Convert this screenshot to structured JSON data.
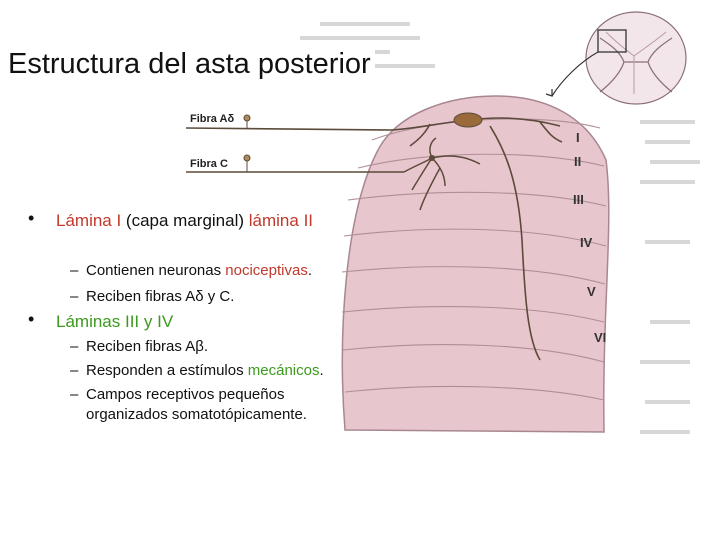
{
  "title": "Estructura del asta posterior",
  "fibers": {
    "a_delta": "Fibra Aδ",
    "c": "Fibra C"
  },
  "laminae": [
    "I",
    "II",
    "III",
    "IV",
    "V",
    "VI"
  ],
  "bullets": [
    {
      "head": "Lámina I",
      "paren": " (capa marginal) ",
      "tail": "lámina II",
      "items": [
        {
          "pre": "Contienen neuronas ",
          "em": "nociceptivas",
          "post": "."
        },
        {
          "pre": "Reciben fibras Aδ y C.",
          "em": "",
          "post": ""
        }
      ]
    },
    {
      "head": "Láminas III y IV",
      "items": [
        {
          "pre": "Reciben fibras Aβ.",
          "em": "",
          "post": ""
        },
        {
          "pre": "Responden a estímulos ",
          "em": "mecánicos",
          "post": "."
        },
        {
          "pre": "Campos receptivos pequeños",
          "em": "",
          "post": ""
        },
        {
          "pre": "organizados somatotópicamente.",
          "em": "",
          "post": ""
        }
      ]
    }
  ],
  "colors": {
    "horn_fill": "#e7c6cd",
    "horn_edge": "#a88791",
    "fiber": "#5c4a3a",
    "bullet_red": "#c0392b",
    "bullet_green": "#3c9a1e"
  }
}
